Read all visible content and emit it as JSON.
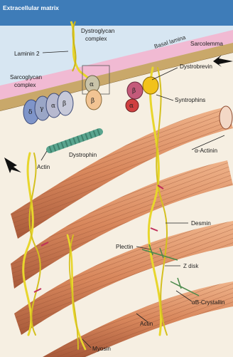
{
  "title": "Extracellular matrix",
  "labels": {
    "basal_lamina": "Basal lamina",
    "sarcolemma": "Sarcolemma",
    "dystroglycan_1": "Dystroglycan",
    "dystroglycan_2": "complex",
    "laminin": "Laminin 2",
    "sarcoglycan_1": "Sarcoglycan",
    "sarcoglycan_2": "complex",
    "dystrobrevin": "Dystrobrevin",
    "syntrophins": "Syntrophins",
    "alpha_actinin": "α-Actinin",
    "dystrophin": "Dystrophin",
    "actin_left": "Actin",
    "desmin": "Desmin",
    "plectin": "Plectin",
    "z_disk": "Z disk",
    "ab_crystallin": "αB-Crystallin",
    "actin_bottom": "Actin",
    "myosin": "Myosin"
  },
  "subunits": {
    "sg_delta": "δ",
    "sg_gamma": "γ",
    "sg_alpha": "α",
    "sg_beta": "β",
    "dg_alpha": "α",
    "dg_beta": "β",
    "db_beta": "β",
    "db_alpha": "α"
  },
  "colors": {
    "header_bg": "#3e7cb8",
    "basal_lamina": "#f4b5cf",
    "sarcolemma": "#c9a86a",
    "myofibril": "#e09a6e",
    "myofibril_band": "#b66a48",
    "desmin_yellow": "#e8d62c",
    "dystrophin_teal": "#5aa58f"
  }
}
